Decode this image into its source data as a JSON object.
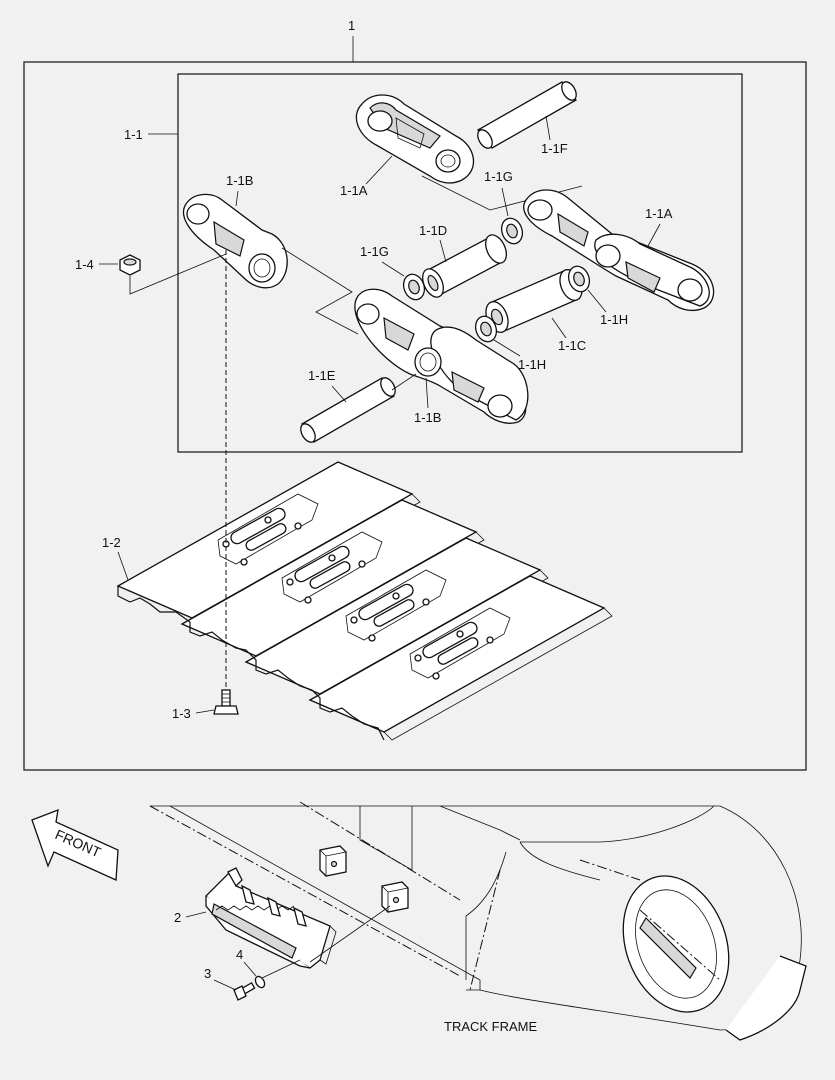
{
  "labels": {
    "assembly": "1",
    "link_assy": "1-1",
    "link_a_top": "1-1A",
    "link_a_right": "1-1A",
    "link_b_top": "1-1B",
    "link_b_bottom": "1-1B",
    "bushing_c": "1-1C",
    "bushing_d": "1-1D",
    "pin_e": "1-1E",
    "pin_f": "1-1F",
    "seal_g_top": "1-1G",
    "seal_g_left": "1-1G",
    "seal_h_right": "1-1H",
    "seal_h_bottom": "1-1H",
    "shoe": "1-2",
    "bolt": "1-3",
    "nut": "1-4",
    "guard": "2",
    "guard_bolt": "3",
    "guard_washer": "4",
    "front": "FRONT",
    "track_frame": "TRACK FRAME"
  }
}
